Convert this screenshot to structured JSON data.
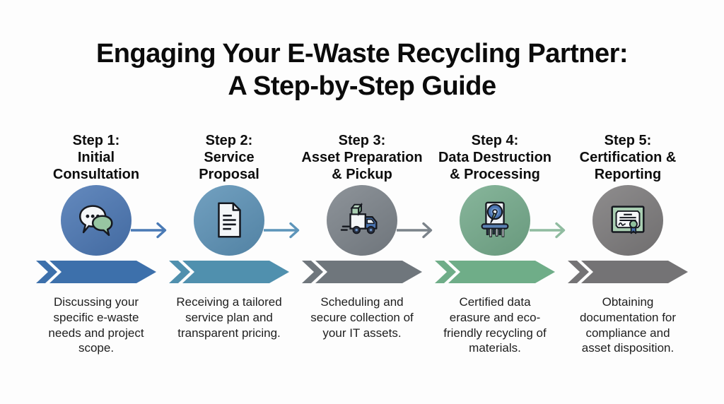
{
  "title": "Engaging Your E-Waste Recycling Partner:\nA Step-by-Step Guide",
  "steps": [
    {
      "heading": "Step 1:\nInitial\nConsultation",
      "description": "Discussing your\nspecific e-waste\nneeds and project\nscope.",
      "icon": "chat-bubbles-icon",
      "colors": {
        "circle": "#4a76b3",
        "banner": "#3d70ab",
        "arrow": "#4a7ab5"
      }
    },
    {
      "heading": "Step 2:\nService\nProposal",
      "description": "Receiving a tailored\nservice plan and\ntransparent pricing.",
      "icon": "document-icon",
      "colors": {
        "circle": "#5b91b6",
        "banner": "#5090ae",
        "arrow": "#5d95ba"
      }
    },
    {
      "heading": "Step 3:\nAsset Preparation\n& Pickup",
      "description": "Scheduling and\nsecure collection of\nyour IT assets.",
      "icon": "delivery-truck-icon",
      "colors": {
        "circle": "#7b8289",
        "banner": "#6f767c",
        "arrow": "#7b838a"
      }
    },
    {
      "heading": "Step 4:\nData Destruction\n& Processing",
      "description": "Certified data\nerasure and eco-\nfriendly recycling of\nmaterials.",
      "icon": "hard-drive-shredder-icon",
      "colors": {
        "circle": "#74aa8b",
        "banner": "#6fad88",
        "arrow": "#90bca0"
      }
    },
    {
      "heading": "Step 5:\nCertification &\nReporting",
      "description": "Obtaining\ndocumentation for\ncompliance and\nasset disposition.",
      "icon": "certificate-icon",
      "colors": {
        "circle": "#7c7a7b",
        "banner": "#747375",
        "arrow": null
      }
    }
  ]
}
